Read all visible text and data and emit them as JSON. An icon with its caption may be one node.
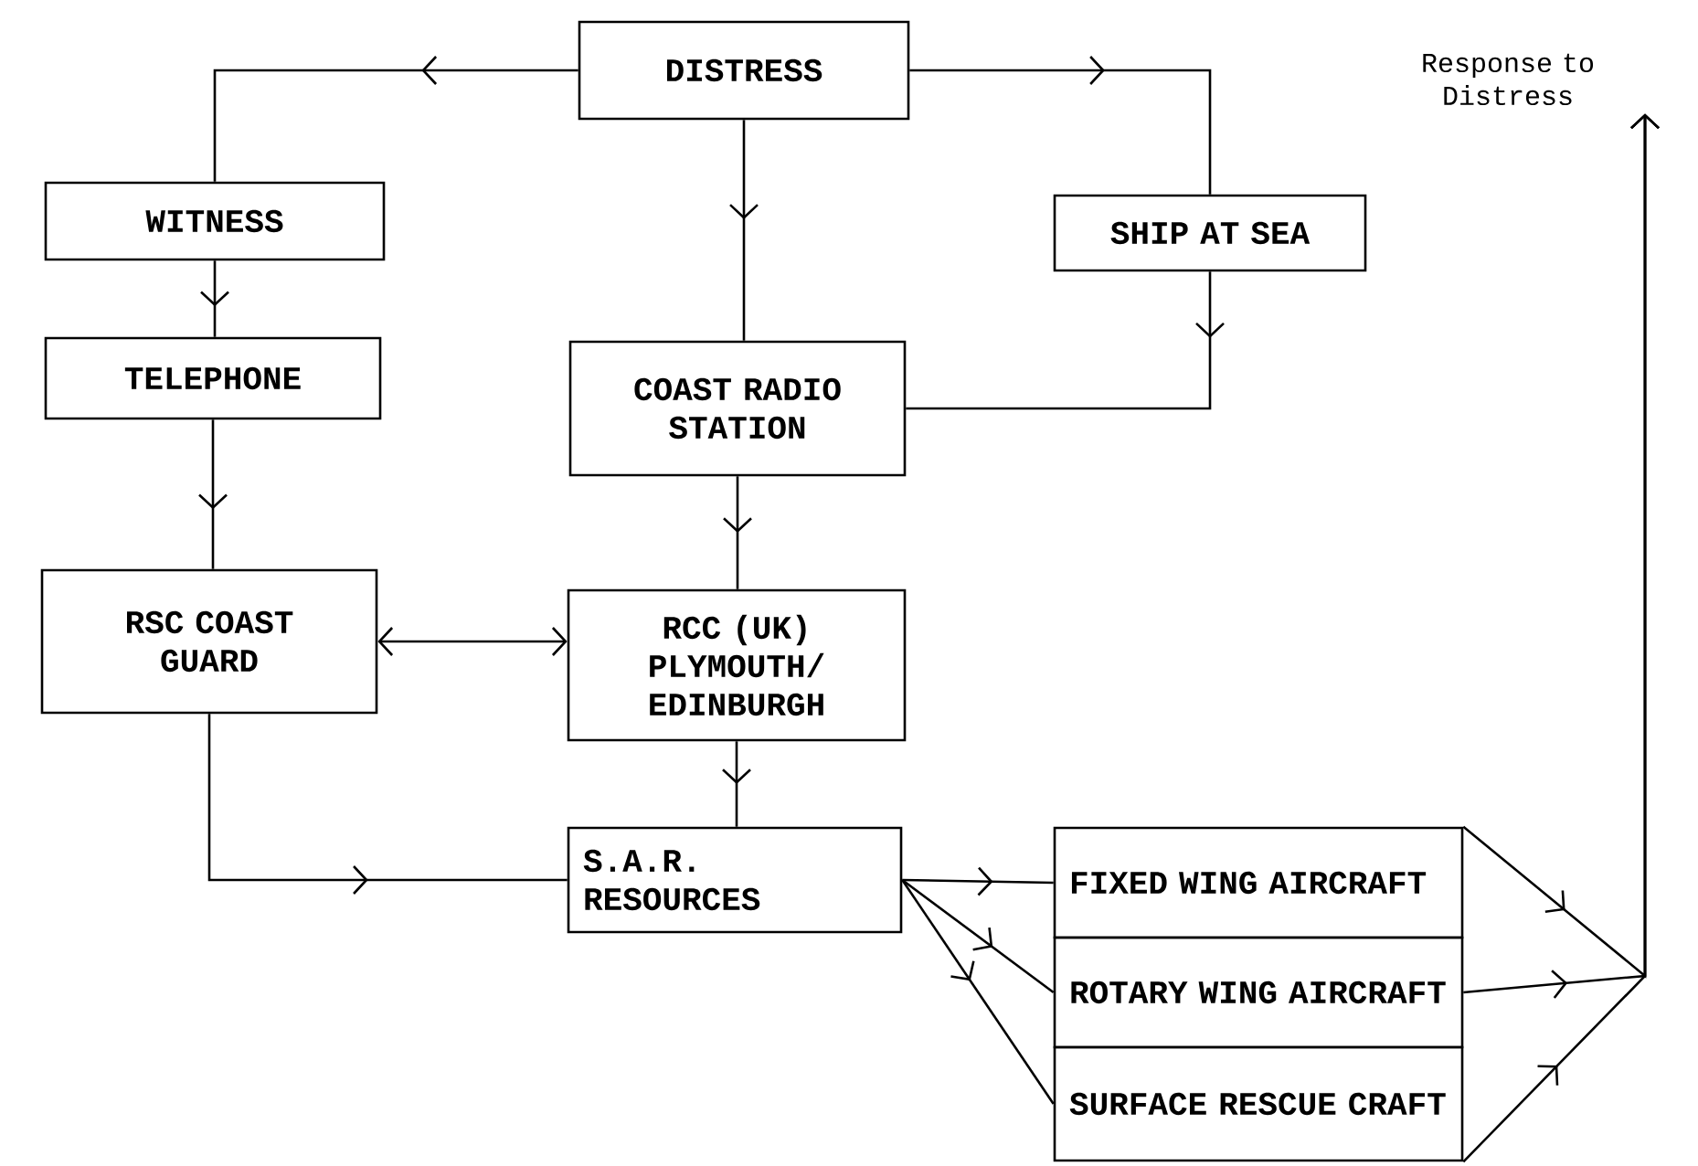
{
  "diagram": {
    "nodes": [
      {
        "text": [
          "DISTRESS"
        ]
      },
      {
        "text": [
          "WITNESS"
        ]
      },
      {
        "text": [
          "SHIP AT SEA"
        ]
      },
      {
        "text": [
          "TELEPHONE"
        ]
      },
      {
        "text": [
          "COAST RADIO STATION"
        ]
      },
      {
        "text": [
          "RSC COAST GUARD"
        ]
      },
      {
        "text": [
          "RCC (UK) PLYMOUTH/ EDINBURGH"
        ]
      },
      {
        "text": [
          "S.A.R. RESOURCES"
        ]
      },
      {
        "text": [
          "FIXED WING AIRCRAFT"
        ]
      },
      {
        "text": [
          "ROTARY WING AIRCRAFT"
        ]
      },
      {
        "text": [
          "SURFACE RESCUE CRAFT"
        ]
      },
      {
        "text": [
          "Response to Distress"
        ]
      }
    ],
    "edges": [
      {
        "from": 0,
        "to": 1,
        "arrow": "to"
      },
      {
        "from": 0,
        "to": 4,
        "arrow": "to"
      },
      {
        "from": 0,
        "to": 2,
        "arrow": "to"
      },
      {
        "from": 1,
        "to": 3,
        "arrow": "to"
      },
      {
        "from": 2,
        "to": 4,
        "arrow": "to"
      },
      {
        "from": 3,
        "to": 5,
        "arrow": "to"
      },
      {
        "from": 4,
        "to": 6,
        "arrow": "to"
      },
      {
        "from": 6,
        "to": 5,
        "arrow": "both"
      },
      {
        "from": 6,
        "to": 7,
        "arrow": "to"
      },
      {
        "from": 5,
        "to": 7,
        "arrow": "to"
      },
      {
        "from": 7,
        "to": 8,
        "arrow": "to"
      },
      {
        "from": 7,
        "to": 9,
        "arrow": "to"
      },
      {
        "from": 7,
        "to": 10,
        "arrow": "to"
      },
      {
        "from": 8,
        "to": 11,
        "arrow": "to"
      },
      {
        "from": 9,
        "to": 11,
        "arrow": "to"
      },
      {
        "from": 10,
        "to": 11,
        "arrow": "to"
      }
    ]
  }
}
